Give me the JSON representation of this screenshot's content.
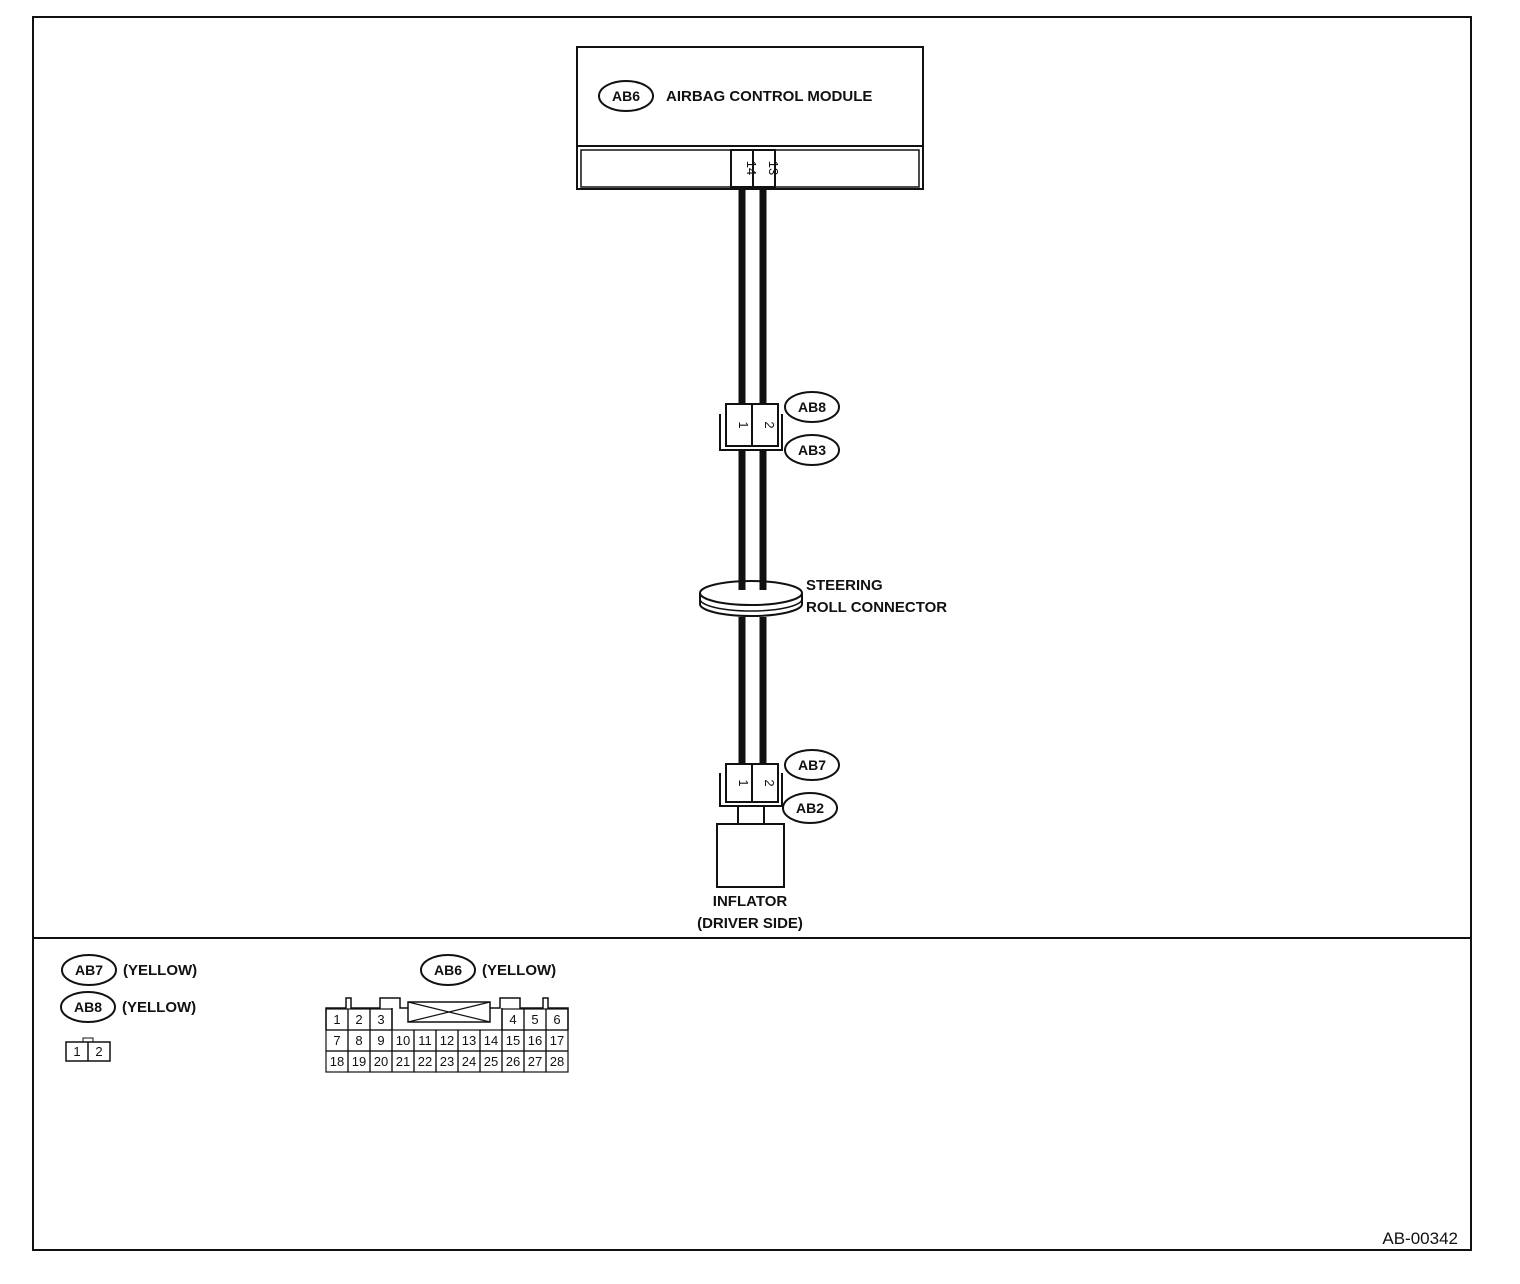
{
  "module": {
    "code": "AB6",
    "label": "AIRBAG CONTROL MODULE",
    "pins": [
      "14",
      "13"
    ]
  },
  "upper_connector": {
    "codes": [
      "AB8",
      "AB3"
    ],
    "pins": [
      "1",
      "2"
    ]
  },
  "steering_roll": {
    "line1": "STEERING",
    "line2": "ROLL CONNECTOR"
  },
  "lower_connector": {
    "codes": [
      "AB7",
      "AB2"
    ],
    "pins": [
      "1",
      "2"
    ]
  },
  "inflator": {
    "line1": "INFLATOR",
    "line2": "(DRIVER SIDE)"
  },
  "legend": {
    "ab7": {
      "code": "AB7",
      "color": "(YELLOW)"
    },
    "ab8": {
      "code": "AB8",
      "color": "(YELLOW)"
    },
    "ab6": {
      "code": "AB6",
      "color": "(YELLOW)"
    },
    "small_pins": [
      "1",
      "2"
    ],
    "ab6_rows": [
      [
        "1",
        "2",
        "3",
        "4",
        "5",
        "6"
      ],
      [
        "7",
        "8",
        "9",
        "10",
        "11",
        "12",
        "13",
        "14",
        "15",
        "16",
        "17"
      ],
      [
        "18",
        "19",
        "20",
        "21",
        "22",
        "23",
        "24",
        "25",
        "26",
        "27",
        "28"
      ]
    ]
  },
  "figure_id": "AB-00342"
}
